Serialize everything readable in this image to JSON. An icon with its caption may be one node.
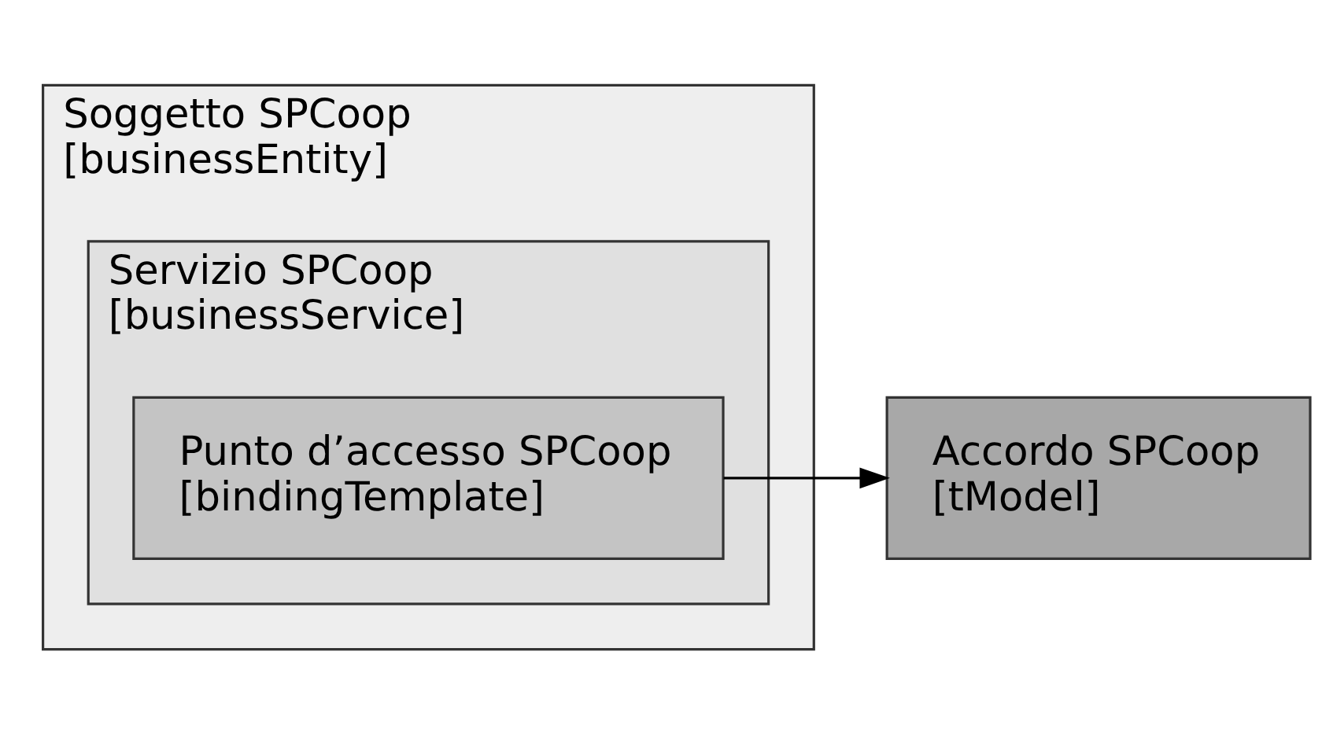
{
  "diagram": {
    "nodes": [
      {
        "text": [
          "Soggetto SPCoop",
          "[businessEntity]"
        ]
      },
      {
        "text": [
          "Servizio SPCoop",
          "[businessService]"
        ],
        "in": 0
      },
      {
        "text": [
          "Punto d’accesso SPCoop",
          "[bindingTemplate]"
        ],
        "in": 1
      },
      {
        "text": [
          "Accordo SPCoop",
          "[tModel]"
        ]
      }
    ],
    "edges": [
      {
        "from": 2,
        "to": 3,
        "arrow": "to"
      }
    ]
  }
}
